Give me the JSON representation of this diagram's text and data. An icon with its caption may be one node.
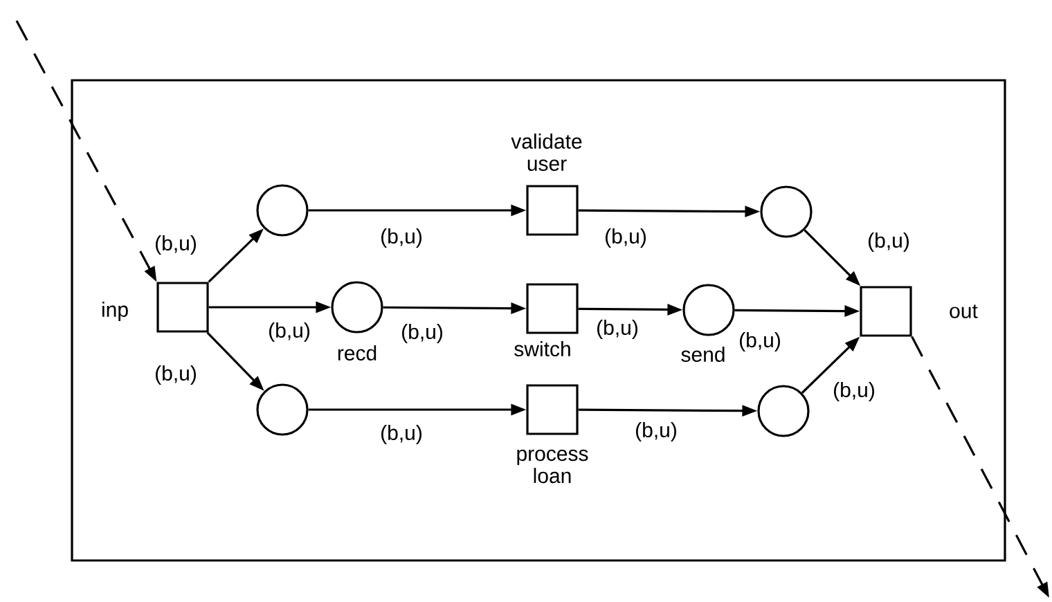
{
  "diagram": {
    "nodes": [
      {
        "text": [],
        "shape": "box"
      },
      {
        "text": [],
        "shape": "box",
        "beside": [
          "inp"
        ],
        "in": 0
      },
      {
        "text": [],
        "shape": "circle",
        "in": 0
      },
      {
        "text": [],
        "shape": "circle",
        "beside": [
          "recd"
        ],
        "in": 0
      },
      {
        "text": [],
        "shape": "circle",
        "in": 0
      },
      {
        "text": [],
        "shape": "box",
        "beside": [
          "validate user"
        ],
        "in": 0
      },
      {
        "text": [],
        "shape": "box",
        "beside": [
          "switch"
        ],
        "in": 0
      },
      {
        "text": [],
        "shape": "box",
        "beside": [
          "process loan"
        ],
        "in": 0
      },
      {
        "text": [],
        "shape": "circle",
        "in": 0
      },
      {
        "text": [],
        "shape": "circle",
        "beside": [
          "send"
        ],
        "in": 0
      },
      {
        "text": [],
        "shape": "circle",
        "in": 0
      },
      {
        "text": [],
        "shape": "box",
        "beside": [
          "out"
        ],
        "in": 0
      }
    ],
    "edges": [
      {
        "from": null,
        "to": 1,
        "arrow": "to",
        "style": "dashed"
      },
      {
        "from": 1,
        "to": 2,
        "arrow": "to",
        "label": "(b,u)"
      },
      {
        "from": 1,
        "to": 3,
        "arrow": "to",
        "label": "(b,u)"
      },
      {
        "from": 1,
        "to": 4,
        "arrow": "to",
        "label": "(b,u)"
      },
      {
        "from": 2,
        "to": 5,
        "arrow": "to",
        "label": "(b,u)"
      },
      {
        "from": 3,
        "to": 6,
        "arrow": "to",
        "label": "(b,u)"
      },
      {
        "from": 4,
        "to": 7,
        "arrow": "to",
        "label": "(b,u)"
      },
      {
        "from": 5,
        "to": 8,
        "arrow": "to",
        "label": "(b,u)"
      },
      {
        "from": 6,
        "to": 9,
        "arrow": "to",
        "label": "(b,u)"
      },
      {
        "from": 7,
        "to": 10,
        "arrow": "to",
        "label": "(b,u)"
      },
      {
        "from": 8,
        "to": 11,
        "arrow": "to",
        "label": "(b,u)"
      },
      {
        "from": 9,
        "to": 11,
        "arrow": "to",
        "label": "(b,u)"
      },
      {
        "from": 10,
        "to": 11,
        "arrow": "to",
        "label": "(b,u)"
      },
      {
        "from": 11,
        "to": null,
        "arrow": "to",
        "style": "dashed"
      }
    ]
  }
}
